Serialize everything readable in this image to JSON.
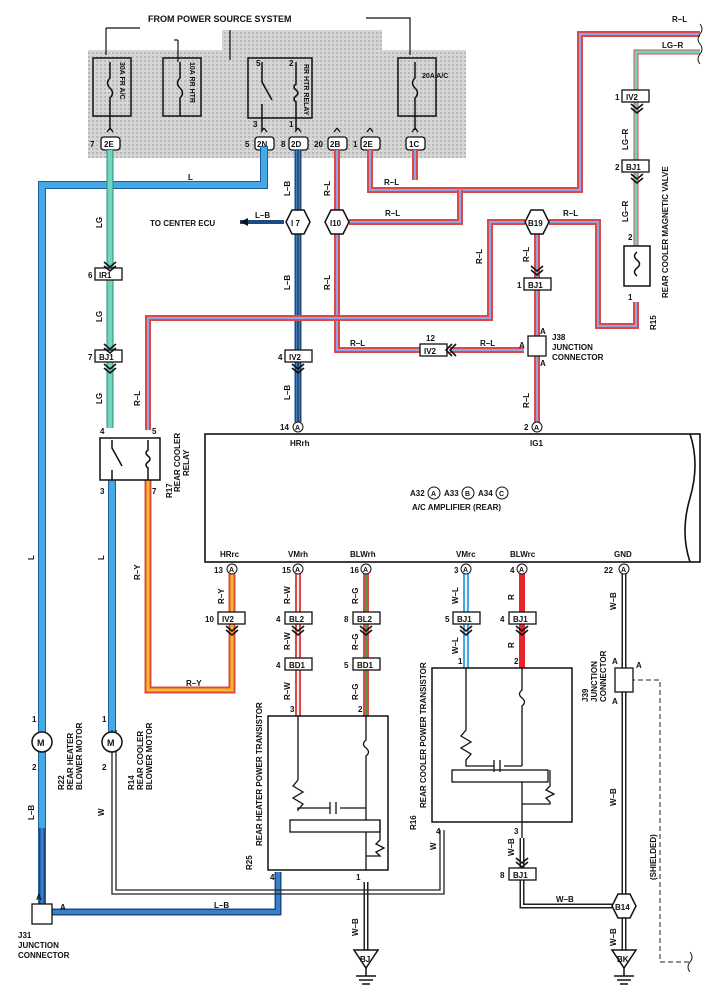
{
  "header": {
    "power_source": "FROM POWER SOURCE SYSTEM"
  },
  "colors": {
    "L": "#45a9e3",
    "LG": "#6fd6c0",
    "LB": "#3a7fc8",
    "RL_red": "#e04848",
    "RL_blue": "#8aa6e8",
    "RY_red": "#e04848",
    "RY_yellow": "#f0c020",
    "red": "#e8242a",
    "black": "#222222",
    "shade": "#c9c9c9"
  },
  "fuses": {
    "f30a": "30A FR A/C",
    "f10a": "10A RR HTR",
    "relay": "RR HTR RELAY",
    "f20a": "20A A/C"
  },
  "top_connectors": {
    "c1": {
      "pin": "7",
      "conn": "2E"
    },
    "c2": {
      "pin": "5",
      "conn": "2N"
    },
    "c3": {
      "pin": "8",
      "conn": "2D"
    },
    "c4": {
      "pin": "20",
      "conn": "2B"
    },
    "c5": {
      "pin": "1",
      "conn": "2E"
    },
    "c6": {
      "pin": "",
      "conn": "1C"
    }
  },
  "relay_pins": {
    "p5": "5",
    "p2": "2",
    "p1": "1",
    "p3": "3"
  },
  "wires": {
    "L": "L",
    "LG": "LG",
    "LB": "L–B",
    "RL": "R–L",
    "LGR": "LG–R",
    "RY": "R–Y",
    "RW": "R–W",
    "RG": "R–G",
    "WL": "W–L",
    "R": "R",
    "WB": "W–B",
    "W": "W"
  },
  "to_center_ecu": "TO CENTER ECU",
  "junctions": {
    "i7": "I 7",
    "i10": "I10",
    "b19": "B19",
    "b14": "B14"
  },
  "inline_conns": {
    "iv2_top": "IV2",
    "bj1_top": "BJ1",
    "ir1": "IR1",
    "bj1_left": "BJ1",
    "iv2_mid": "IV2",
    "bj1_right": "BJ1",
    "iv2_ry": "IV2",
    "bl2_a": "BL2",
    "bd1_a": "BD1",
    "bl2_b": "BL2",
    "bd1_b": "BD1",
    "bj1_a": "BJ1",
    "bj1_b": "BJ1",
    "bj1_c": "BJ1",
    "iv2_mid2": "IV2"
  },
  "pins": {
    "p1": "1",
    "p2": "2",
    "p3": "3",
    "p4": "4",
    "p5": "5",
    "p6": "6",
    "p7": "7",
    "p8": "8",
    "p10": "10",
    "p12": "12",
    "p13": "13",
    "p14": "14",
    "p15": "15",
    "p16": "16",
    "p22": "22",
    "pA": "A"
  },
  "rear_cooler_magnetic_valve": {
    "id": "R15",
    "label": "REAR COOLER MAGNETIC VALVE"
  },
  "j38": {
    "id": "J38",
    "label1": "JUNCTION",
    "label2": "CONNECTOR"
  },
  "j39": {
    "id": "J39",
    "label1": "JUNCTION",
    "label2": "CONNECTOR"
  },
  "j31": {
    "id": "J31",
    "label1": "JUNCTION",
    "label2": "CONNECTOR"
  },
  "r17": {
    "id": "R17",
    "label1": "REAR COOLER",
    "label2": "RELAY"
  },
  "amplifier": {
    "title1_prefix": "A32",
    "title1_a": "A",
    "mid1": "A33",
    "mid1_b": "B",
    "mid2": "A34",
    "mid2_c": "C",
    "title2": "A/C AMPLIFIER (REAR)",
    "terms_top": [
      "HRrh",
      "IG1"
    ],
    "terms_bottom": [
      "HRrc",
      "VMrh",
      "BLWrh",
      "VMrc",
      "BLWrc",
      "GND"
    ]
  },
  "r22": {
    "id": "R22",
    "label1": "REAR HEATER",
    "label2": "BLOWER MOTOR"
  },
  "r14": {
    "id": "R14",
    "label1": "REAR COOLER",
    "label2": "BLOWER MOTOR"
  },
  "r25": {
    "id": "R25",
    "label": "REAR HEATER POWER TRANSISTOR"
  },
  "r16": {
    "id": "R16",
    "label": "REAR COOLER POWER TRANSISTOR"
  },
  "grounds": {
    "bj": "BJ",
    "bk": "BK"
  },
  "shielded": "(SHIELDED)",
  "motor": "M"
}
